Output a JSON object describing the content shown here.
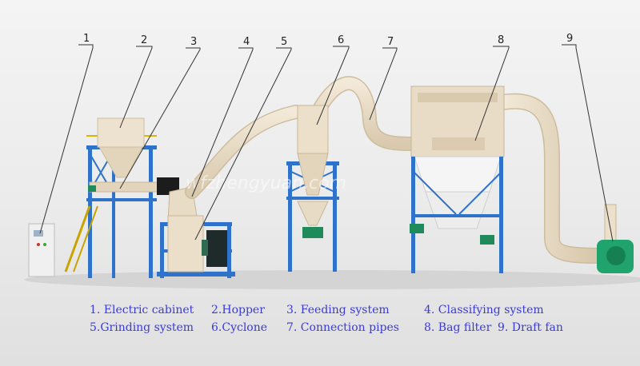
{
  "watermark": "wfzhengyuan.com",
  "callouts": [
    {
      "num": "1",
      "label": "1. Electric cabinet"
    },
    {
      "num": "2",
      "label": "2.Hopper"
    },
    {
      "num": "3",
      "label": "3. Feeding system"
    },
    {
      "num": "4",
      "label": "4. Classifying system"
    },
    {
      "num": "5",
      "label": "5.Grinding system"
    },
    {
      "num": "6",
      "label": "6.Cyclone"
    },
    {
      "num": "7",
      "label": "7. Connection pipes"
    },
    {
      "num": "8",
      "label": "8. Bag filter"
    },
    {
      "num": "9",
      "label": "9. Draft fan"
    }
  ],
  "colors": {
    "frame": "#2f72c9",
    "equipment": "#e9dcc6",
    "motor": "#1f8a5a",
    "legend_text": "#3a3ad8"
  }
}
